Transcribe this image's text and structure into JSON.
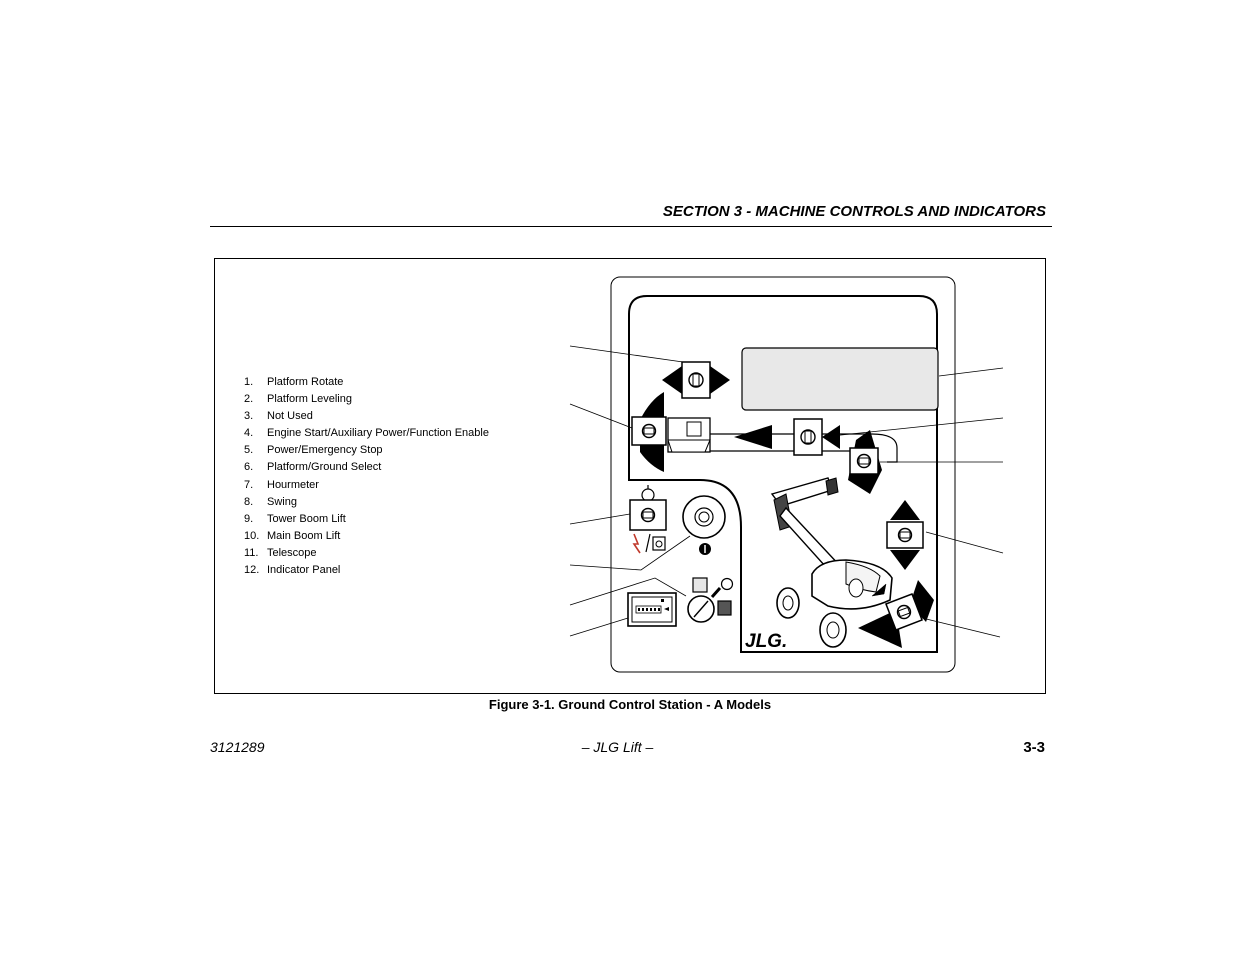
{
  "header": {
    "section_title": "SECTION 3 - MACHINE CONTROLS AND INDICATORS"
  },
  "legend": {
    "items": [
      {
        "num": "1.",
        "label": "Platform Rotate"
      },
      {
        "num": "2.",
        "label": "Platform Leveling"
      },
      {
        "num": "3.",
        "label": "Not Used"
      },
      {
        "num": "4.",
        "label": "Engine Start/Auxiliary Power/Function Enable"
      },
      {
        "num": "5.",
        "label": "Power/Emergency Stop"
      },
      {
        "num": "6.",
        "label": "Platform/Ground Select"
      },
      {
        "num": "7.",
        "label": "Hourmeter"
      },
      {
        "num": "8.",
        "label": "Swing"
      },
      {
        "num": "9.",
        "label": "Tower Boom Lift"
      },
      {
        "num": "10.",
        "label": "Main Boom Lift"
      },
      {
        "num": "11.",
        "label": "Telescope"
      },
      {
        "num": "12.",
        "label": "Indicator Panel"
      }
    ]
  },
  "panel": {
    "brand_logo": "JLG."
  },
  "figure": {
    "caption": "Figure 3-1. Ground Control Station - A Models"
  },
  "footer": {
    "doc_number": "3121289",
    "center_text": "– JLG Lift –",
    "page_number": "3-3"
  }
}
